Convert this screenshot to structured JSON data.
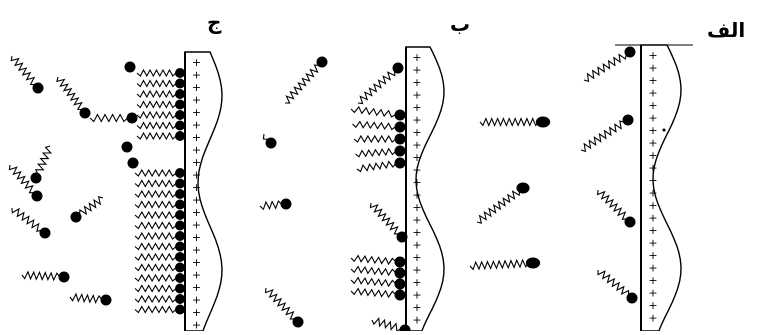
{
  "labels": {
    "panel_a": "الف",
    "panel_b": "ب",
    "panel_c": "ج"
  },
  "surface_sign": "+",
  "colors": {
    "ink": "#000000",
    "background": "#ffffff"
  }
}
